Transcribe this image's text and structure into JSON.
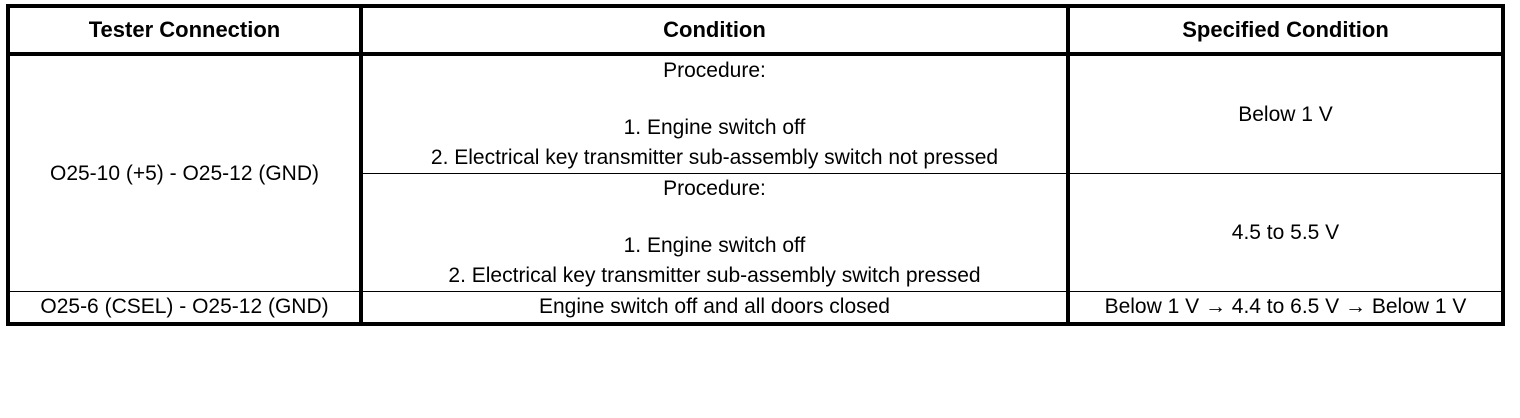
{
  "table": {
    "headers": [
      "Tester Connection",
      "Condition",
      "Specified Condition"
    ],
    "rows": [
      {
        "tester_connection": "O25-10 (+5) - O25-12 (GND)",
        "sub_rows": [
          {
            "condition": {
              "title": "Procedure:",
              "steps": [
                "1.  Engine switch off",
                "2.  Electrical key transmitter sub-assembly switch not pressed"
              ]
            },
            "specified_condition": "Below 1 V"
          },
          {
            "condition": {
              "title": "Procedure:",
              "steps": [
                "1.  Engine switch off",
                "2.  Electrical key transmitter sub-assembly switch pressed"
              ]
            },
            "specified_condition": "4.5 to 5.5 V"
          }
        ]
      },
      {
        "tester_connection": "O25-6 (CSEL) - O25-12 (GND)",
        "sub_rows": [
          {
            "condition": {
              "title": "",
              "steps": [
                "Engine switch off and all doors closed"
              ]
            },
            "specified_condition": "Below 1 V → 4.4 to 6.5 V → Below 1 V"
          }
        ]
      }
    ]
  },
  "colors": {
    "border": "#000000",
    "text": "#000000",
    "background": "#ffffff"
  }
}
